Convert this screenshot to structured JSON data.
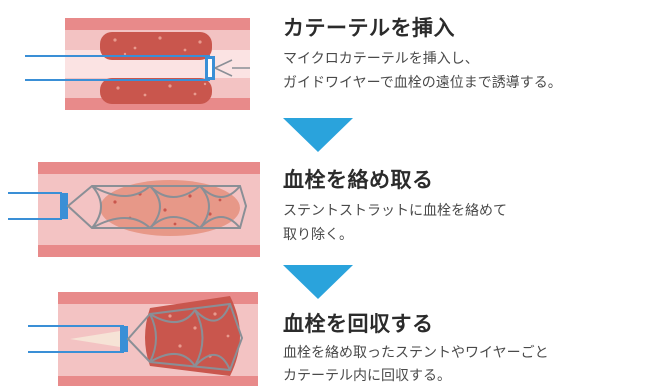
{
  "steps": [
    {
      "title": "カテーテルを挿入",
      "desc_line1": "マイクロカテーテルを挿入し、",
      "desc_line2": "ガイドワイヤーで血栓の遠位まで誘導する。"
    },
    {
      "title": "血栓を絡め取る",
      "desc_line1": "ステントストラットに血栓を絡めて",
      "desc_line2": "取り除く。"
    },
    {
      "title": "血栓を回収する",
      "desc_line1": "血栓を絡め取ったステントやワイヤーごと",
      "desc_line2": "カテーテル内に回収する。"
    }
  ],
  "colors": {
    "vessel_wall": "#e88a8a",
    "vessel_lumen": "#f7d6d6",
    "thrombus": "#c9564d",
    "catheter": "#3a8fd6",
    "arrow": "#2aa3dc",
    "stent": "#8a8f96"
  }
}
